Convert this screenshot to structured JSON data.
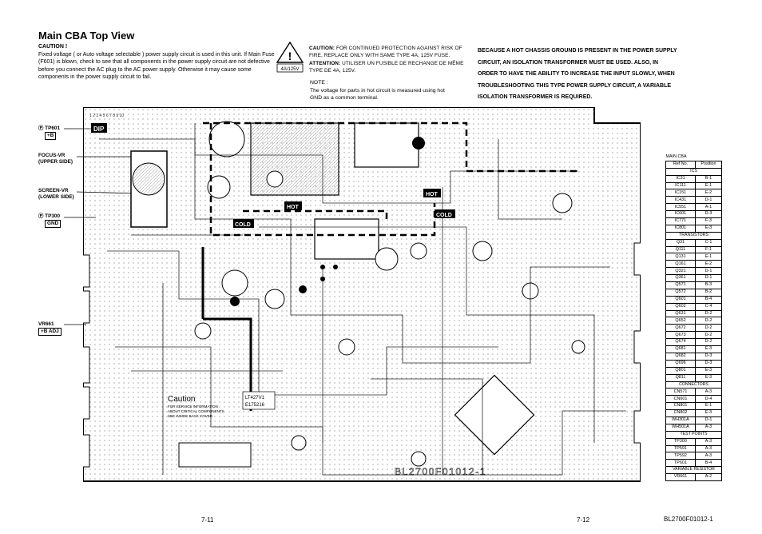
{
  "title": "Main CBA Top View",
  "caution_left": {
    "heading": "CAUTION !",
    "text": "Fixed voltage ( or Auto voltage selectable ) power supply circuit is used in this unit. If Main Fuse (F601) is blown, check to see that all components in the power supply circuit are not defective before you connect the AC plug to the AC power supply. Otherwise it may cause some components in the power supply circuit to fail."
  },
  "fuse_icon": {
    "rating": "4A/125V"
  },
  "caution_right": {
    "caution_label": "CAUTION:",
    "caution_text": "FOR CONTINUED PROTECTION AGAINST RISK OF FIRE, REPLACE ONLY WITH SAME TYPE 4A, 125V FUSE.",
    "attention_label": "ATTENTION:",
    "attention_text": "UTILISER UN FUSIBLE DE RECHANGE DE MÊME TYPE DE 4A, 125V."
  },
  "note": {
    "heading": "NOTE :",
    "text": "The voltage for parts in hot circuit is measured using hot GND as a common terminal."
  },
  "hot_warning": "BECAUSE A HOT CHASSIS GROUND IS PRESENT IN THE POWER SUPPLY CIRCUIT, AN ISOLATION TRANSFORMER MUST BE USED. ALSO, IN ORDER TO HAVE THE ABILITY TO INCREASE THE INPUT SLOWLY, WHEN TROUBLESHOOTING THIS TYPE POWER SUPPLY CIRCUIT, A VARIABLE ISOLATION TRANSFORMER IS REQUIRED.",
  "callouts": {
    "tp601": "TP601",
    "tp601_box": "+B",
    "focus": "FOCUS-VR",
    "focus2": "(UPPER SIDE)",
    "screen": "SCREEN-VR",
    "screen2": "(LOWER SIDE)",
    "tp300": "TP300",
    "tp300_box": "GND",
    "vr661": "VR661",
    "vr661_box": "+B ADJ"
  },
  "board": {
    "dip": "DIP",
    "hot1": "HOT",
    "hot2": "HOT",
    "cold1": "COLD",
    "cold2": "COLD",
    "pin_numbers": "1 2 3 4 5 6 7 8 9 10",
    "caution_box_title": "Caution",
    "caution_box_line1": "FOR SERVICE INFORMATION",
    "caution_box_line2": "ABOUT CRITICAL COMPONENTS",
    "caution_box_line3": "SEE INSIDE BACK COVER.",
    "stamp1": "LT427V1",
    "stamp2": "E175216",
    "board_code": "BL2700F01012-1"
  },
  "table": {
    "title": "MAIN CBA",
    "col1": "Ref No.",
    "col2": "Position",
    "sections": [
      {
        "name": "ICS",
        "rows": [
          [
            "IC31",
            "B-1"
          ],
          [
            "IC111",
            "E-1"
          ],
          [
            "IC151",
            "E-2"
          ],
          [
            "IC431",
            "D-1"
          ],
          [
            "IC551",
            "A-1"
          ],
          [
            "IC601",
            "D-3"
          ],
          [
            "IC771",
            "F-3"
          ],
          [
            "IC801",
            "E-3"
          ]
        ]
      },
      {
        "name": "TRANSISTORS",
        "rows": [
          [
            "Q31",
            "C-1"
          ],
          [
            "Q111",
            "F-1"
          ],
          [
            "Q131",
            "E-1"
          ],
          [
            "Q161",
            "E-2"
          ],
          [
            "Q321",
            "D-1"
          ],
          [
            "Q361",
            "D-1"
          ],
          [
            "Q571",
            "B-3"
          ],
          [
            "Q572",
            "B-2"
          ],
          [
            "Q601",
            "B-4"
          ],
          [
            "Q602",
            "C-4"
          ],
          [
            "Q631",
            "D-2"
          ],
          [
            "Q652",
            "D-2"
          ],
          [
            "Q672",
            "D-2"
          ],
          [
            "Q673",
            "D-2"
          ],
          [
            "Q674",
            "D-2"
          ],
          [
            "Q681",
            "E-3"
          ],
          [
            "Q682",
            "D-3"
          ],
          [
            "Q696",
            "D-3"
          ],
          [
            "Q801",
            "E-3"
          ],
          [
            "Q811",
            "E-3"
          ]
        ]
      },
      {
        "name": "CONNECTORS",
        "rows": [
          [
            "CN571",
            "A-3"
          ],
          [
            "CN601",
            "D-4"
          ],
          [
            "CN801",
            "E-1"
          ],
          [
            "CN802",
            "E-3"
          ],
          [
            "WH301A",
            "D-1"
          ],
          [
            "WH501A",
            "A-3"
          ]
        ]
      },
      {
        "name": "TEST POINTS",
        "rows": [
          [
            "TP300",
            "A-3"
          ],
          [
            "TP591",
            "A-3"
          ],
          [
            "TP592",
            "A-3"
          ],
          [
            "TP601",
            "B-4"
          ]
        ]
      },
      {
        "name": "VARIABLE RESISTOR",
        "rows": [
          [
            "VR661",
            "A-2"
          ]
        ]
      }
    ]
  },
  "footer": {
    "page_left": "7-11",
    "page_right": "7-12",
    "doc_number": "BL2700F01012-1"
  }
}
